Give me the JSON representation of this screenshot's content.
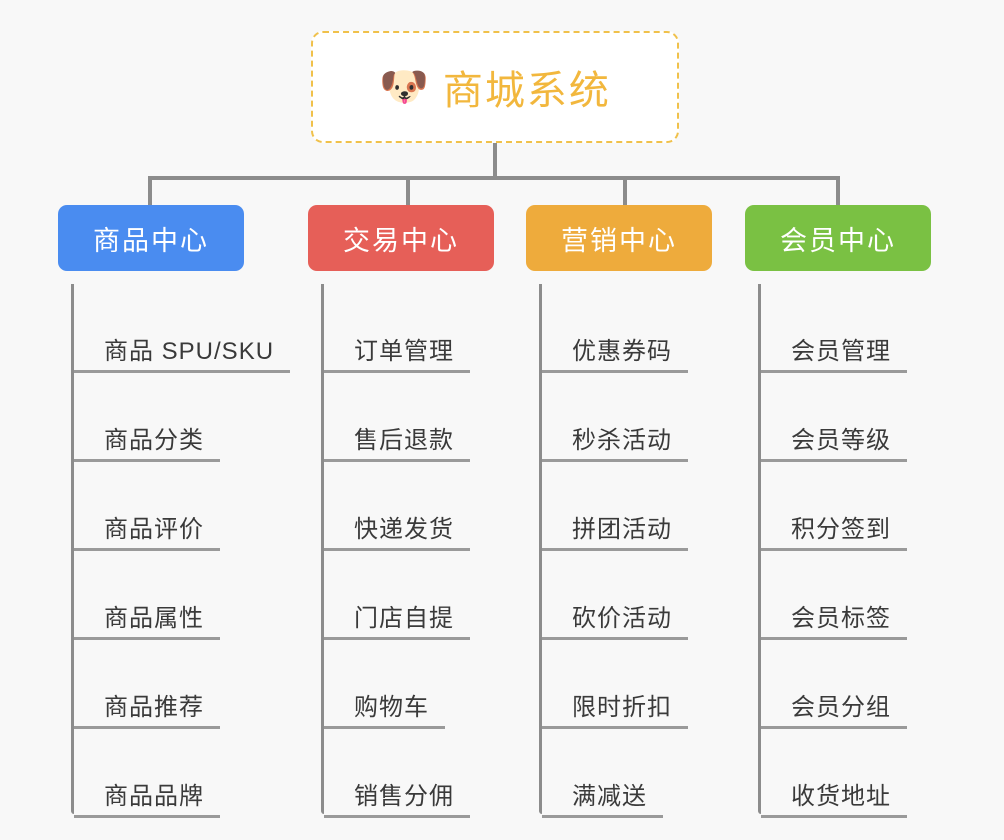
{
  "page": {
    "background_color": "#f8f8f8",
    "line_color": "#8c8c8c"
  },
  "root": {
    "title": "商城系统",
    "icon": "shiba-dog-face-icon",
    "icon_glyph": "🐶",
    "text_color": "#f2b73d",
    "border_color": "#f0c14b",
    "background_color": "#ffffff"
  },
  "columns": [
    {
      "label": "商品中心",
      "color": "#4a8cf0",
      "items": [
        "商品 SPU/SKU",
        "商品分类",
        "商品评价",
        "商品属性",
        "商品推荐",
        "商品品牌"
      ]
    },
    {
      "label": "交易中心",
      "color": "#e65f58",
      "items": [
        "订单管理",
        "售后退款",
        "快递发货",
        "门店自提",
        "购物车",
        "销售分佣"
      ]
    },
    {
      "label": "营销中心",
      "color": "#eeab3c",
      "items": [
        "优惠券码",
        "秒杀活动",
        "拼团活动",
        "砍价活动",
        "限时折扣",
        "满减送"
      ]
    },
    {
      "label": "会员中心",
      "color": "#7ac143",
      "items": [
        "会员管理",
        "会员等级",
        "积分签到",
        "会员标签",
        "会员分组",
        "收货地址"
      ]
    }
  ]
}
